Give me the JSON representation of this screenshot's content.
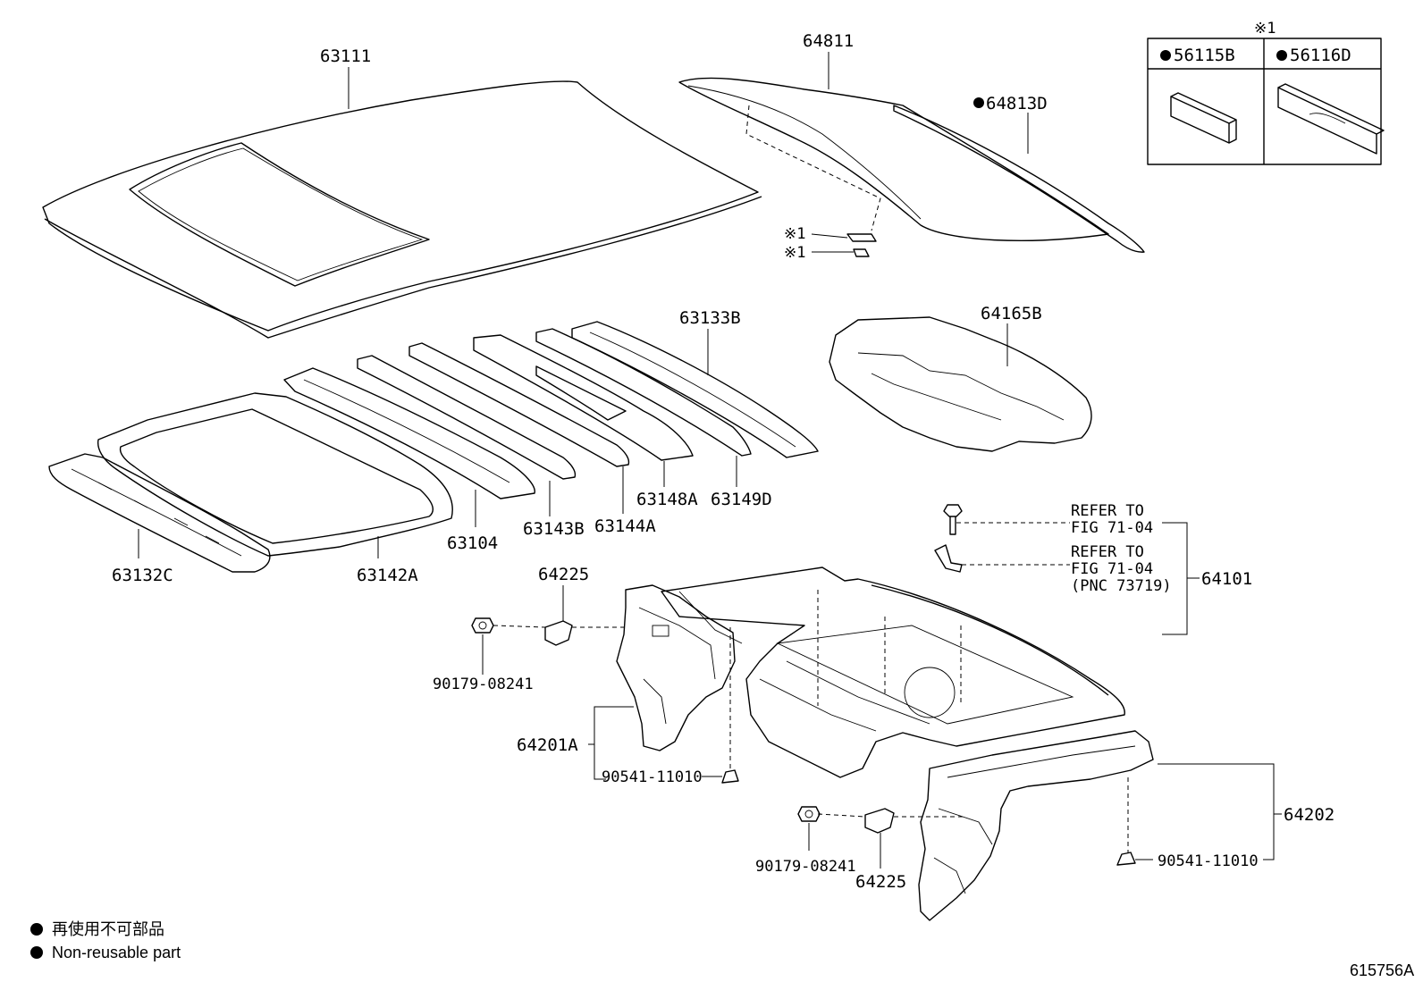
{
  "labels": {
    "p63111": "63111",
    "p64811": "64811",
    "p64813D": "64813D",
    "p63133B": "63133B",
    "p64165B": "64165B",
    "p63132C": "63132C",
    "p63142A": "63142A",
    "p63104": "63104",
    "p63143B": "63143B",
    "p63144A": "63144A",
    "p63148A": "63148A",
    "p63149D": "63149D",
    "p64225_top": "64225",
    "p64225_bot": "64225",
    "p90179_top": "90179-08241",
    "p90179_bot": "90179-08241",
    "p64201A": "64201A",
    "p90541_left": "90541-11010",
    "p90541_right": "90541-11010",
    "p64101": "64101",
    "p64202": "64202",
    "star1_a": "※1",
    "star1_b": "※1",
    "refer1_l1": "REFER TO",
    "refer1_l2": "FIG 71-04",
    "refer2_l1": "REFER TO",
    "refer2_l2": "FIG 71-04",
    "refer2_l3": "(PNC 73719)"
  },
  "inset": {
    "mark": "※1",
    "col1": "56115B",
    "col2": "56116D"
  },
  "legend": {
    "jp": "再使用不可部品",
    "en": "Non-reusable part"
  },
  "figure_id": "615756A",
  "non_reusable_marker": "●"
}
